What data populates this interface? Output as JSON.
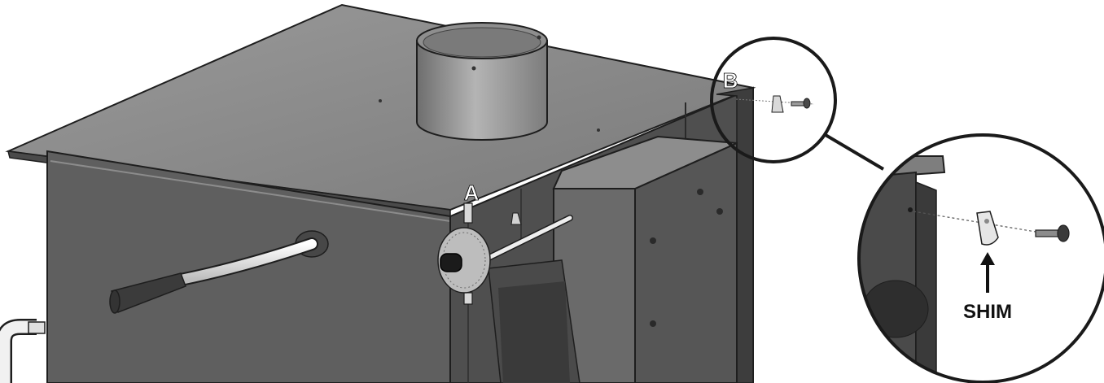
{
  "callouts": {
    "a": "A",
    "b": "B",
    "shim": "SHIM"
  },
  "colors": {
    "body": "#5f5f5f",
    "top": "#8a8a8a",
    "edge": "#1e1e1e",
    "flue": "#9e9e9e",
    "handle": "#e9e9e9",
    "shim": "#dadada"
  }
}
